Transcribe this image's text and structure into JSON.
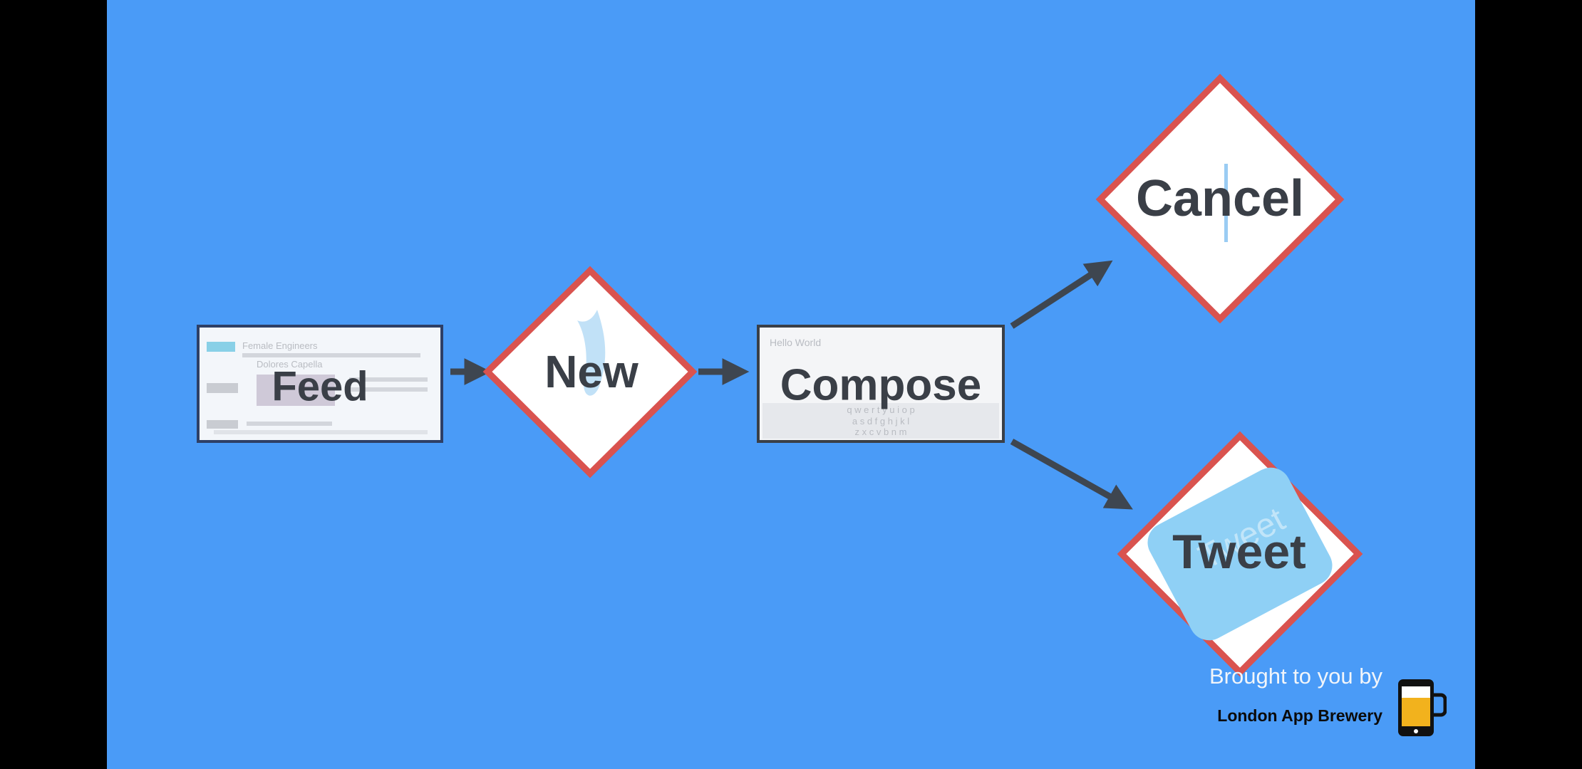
{
  "diagram": {
    "nodes": [
      {
        "id": "feed",
        "label": "Feed",
        "shape": "screen-thumbnail"
      },
      {
        "id": "new",
        "label": "New",
        "shape": "diamond"
      },
      {
        "id": "compose",
        "label": "Compose",
        "shape": "screen-thumbnail"
      },
      {
        "id": "cancel",
        "label": "Cancel",
        "shape": "diamond"
      },
      {
        "id": "tweet",
        "label": "Tweet",
        "shape": "diamond"
      }
    ],
    "edges": [
      {
        "from": "feed",
        "to": "new"
      },
      {
        "from": "new",
        "to": "compose"
      },
      {
        "from": "compose",
        "to": "cancel"
      },
      {
        "from": "compose",
        "to": "tweet"
      }
    ]
  },
  "thumbnails": {
    "feed_lines": [
      "Female Engineers",
      "Dolores Capella"
    ],
    "compose_placeholder": "Hello World",
    "keyboard_row_1": "q w e r t y u i o p",
    "keyboard_row_2": "a s d f g h j k l",
    "keyboard_row_3": "z x c v b n m",
    "tweet_button_label": "Tweet"
  },
  "credit": {
    "tagline": "Brought to you by",
    "brand": "London App Brewery"
  },
  "colors": {
    "background": "#4A9BF7",
    "diamond_border": "#D9534F",
    "node_fill": "#FFFFFF",
    "label": "#3A3F47",
    "arrow": "#3E4650",
    "tweet_button": "#8FD0F5",
    "beer": "#F2B21D"
  },
  "icons": [
    "right-arrow-icon",
    "twitter-bird-icon",
    "beer-phone-icon"
  ]
}
